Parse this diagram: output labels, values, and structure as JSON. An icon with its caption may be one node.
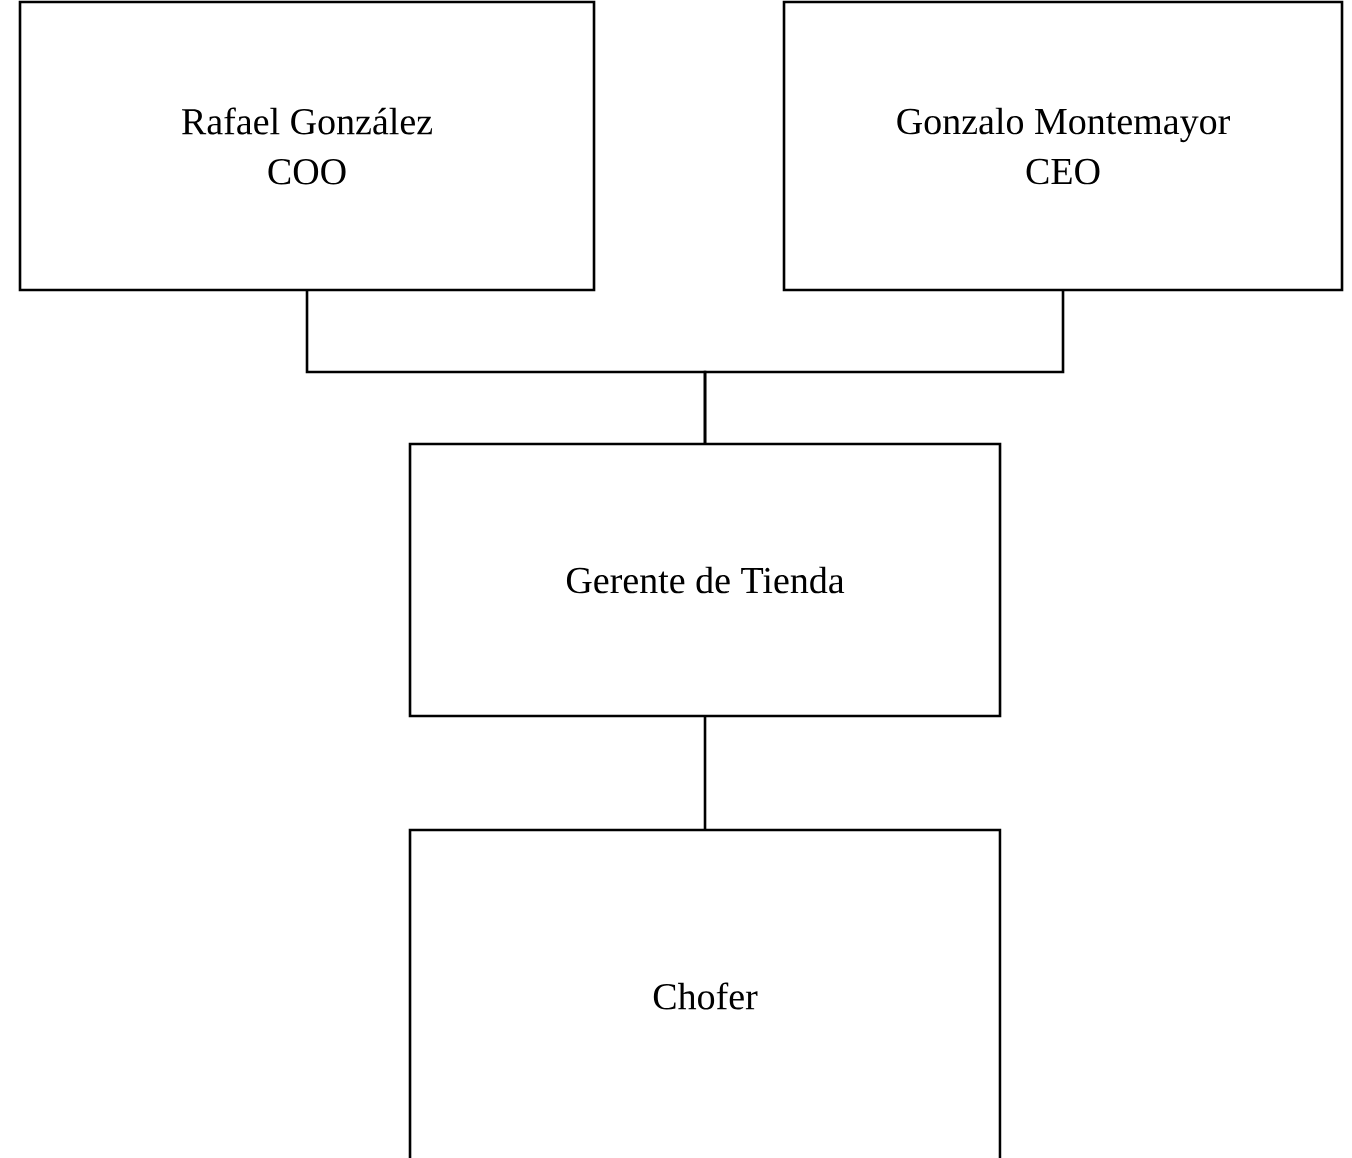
{
  "diagram": {
    "nodes": [
      {
        "text": [
          "Rafael González",
          "COO"
        ]
      },
      {
        "text": [
          "Gonzalo Montemayor",
          "CEO"
        ]
      },
      {
        "text": [
          "Gerente de Tienda"
        ]
      },
      {
        "text": [
          "Chofer"
        ]
      }
    ],
    "edges": [
      {
        "from": 0,
        "to": 2,
        "arrow": "none"
      },
      {
        "from": 1,
        "to": 2,
        "arrow": "none"
      },
      {
        "from": 2,
        "to": 3,
        "arrow": "none"
      }
    ]
  }
}
